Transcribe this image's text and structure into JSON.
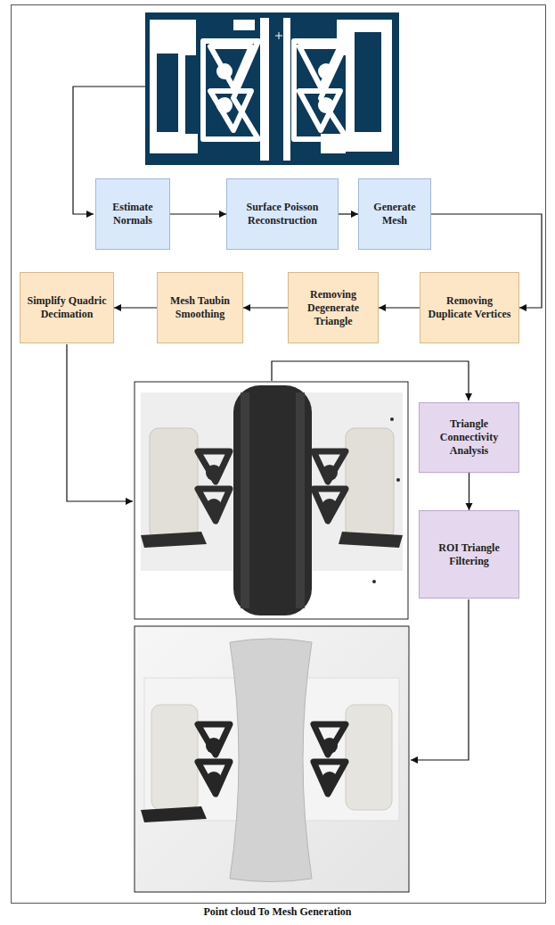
{
  "diagram": {
    "caption": "Point cloud To Mesh Generation",
    "nodes": [
      {
        "text": [
          "Estimate Normals"
        ]
      },
      {
        "text": [
          "Surface Poisson Reconstruction"
        ]
      },
      {
        "text": [
          "Generate Mesh"
        ]
      },
      {
        "text": [
          "Removing Duplicate Vertices"
        ]
      },
      {
        "text": [
          "Removing Degenerate Triangle"
        ]
      },
      {
        "text": [
          "Mesh Taubin Smoothing"
        ]
      },
      {
        "text": [
          "Simplify Quadric Decimation"
        ]
      },
      {
        "text": [
          "Triangle Connectivity Analysis"
        ]
      },
      {
        "text": [
          "ROI Triangle Filtering"
        ]
      }
    ],
    "edges": [
      {
        "from": 0,
        "to": 1,
        "arrow": "to"
      },
      {
        "from": 1,
        "to": 2,
        "arrow": "to"
      },
      {
        "from": 2,
        "to": 3,
        "arrow": "to"
      },
      {
        "from": 3,
        "to": 4,
        "arrow": "to"
      },
      {
        "from": 4,
        "to": 5,
        "arrow": "to"
      },
      {
        "from": 5,
        "to": 6,
        "arrow": "to"
      },
      {
        "from": 7,
        "to": 8,
        "arrow": "to"
      }
    ]
  }
}
